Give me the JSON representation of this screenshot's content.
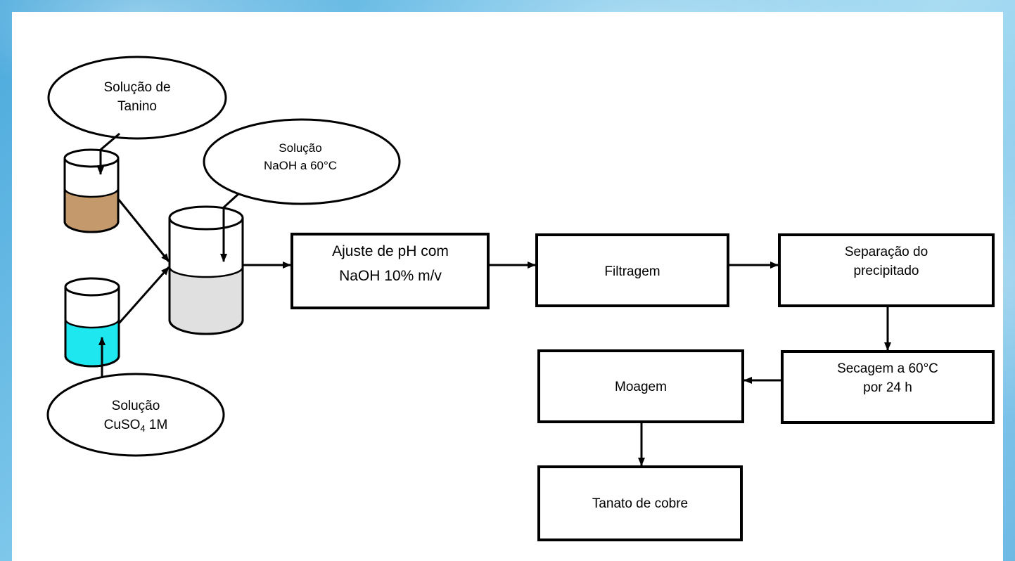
{
  "nodes": {
    "tanino_solution": {
      "line1": "Solução de",
      "line2": "Tanino"
    },
    "naoh_solution": {
      "line1": "Solução",
      "line2": "NaOH a 60°C"
    },
    "cuso4_solution": {
      "line1": "Solução",
      "line2_prefix": "CuSO",
      "line2_sub": "4",
      "line2_suffix": " 1M"
    },
    "ajuste_ph": {
      "line1": "Ajuste de pH com",
      "line2": "NaOH 10% m/v"
    },
    "filtragem": {
      "label": "Filtragem"
    },
    "separacao": {
      "line1": "Separação do",
      "line2": "precipitado"
    },
    "secagem": {
      "line1": "Secagem a 60°C",
      "line2": "por 24 h"
    },
    "moagem": {
      "label": "Moagem"
    },
    "tanato": {
      "label": "Tanato de cobre"
    }
  },
  "colors": {
    "tanino_liquid": "#c49a6c",
    "cuso4_liquid": "#1fe7ef",
    "mix_liquid": "#e0e0e0",
    "stroke": "#000000",
    "background_blue": "#6db9e4"
  }
}
